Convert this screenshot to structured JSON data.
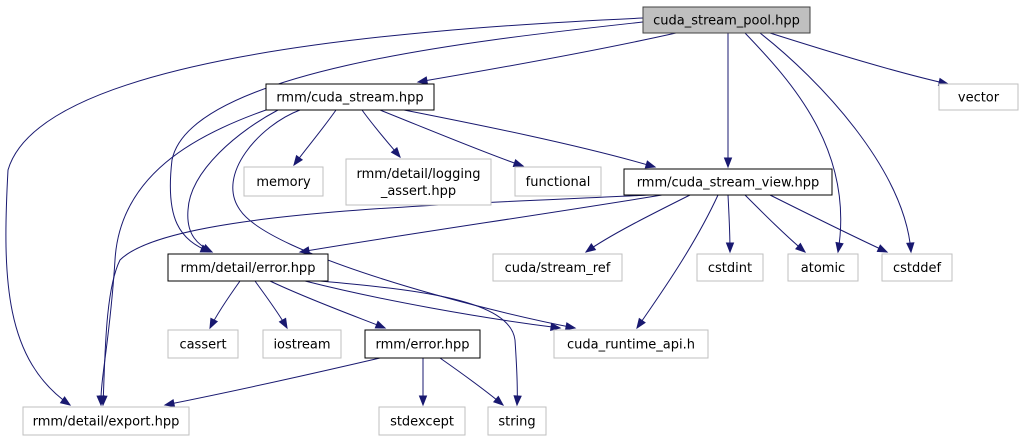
{
  "graph": {
    "nodes": {
      "cuda_stream_pool_hpp": {
        "lines": [
          "cuda_stream_pool.hpp"
        ],
        "kind": "root"
      },
      "rmm_cuda_stream_hpp": {
        "lines": [
          "rmm/cuda_stream.hpp"
        ],
        "kind": "documented"
      },
      "vector": {
        "lines": [
          "vector"
        ],
        "kind": "system"
      },
      "memory": {
        "lines": [
          "memory"
        ],
        "kind": "system"
      },
      "logging_assert_hpp": {
        "lines": [
          "rmm/detail/logging",
          "_assert.hpp"
        ],
        "kind": "system"
      },
      "functional": {
        "lines": [
          "functional"
        ],
        "kind": "system"
      },
      "rmm_cuda_stream_view_hpp": {
        "lines": [
          "rmm/cuda_stream_view.hpp"
        ],
        "kind": "documented"
      },
      "rmm_detail_error_hpp": {
        "lines": [
          "rmm/detail/error.hpp"
        ],
        "kind": "documented"
      },
      "cuda_stream_ref": {
        "lines": [
          "cuda/stream_ref"
        ],
        "kind": "system"
      },
      "cstdint": {
        "lines": [
          "cstdint"
        ],
        "kind": "system"
      },
      "atomic": {
        "lines": [
          "atomic"
        ],
        "kind": "system"
      },
      "cstddef": {
        "lines": [
          "cstddef"
        ],
        "kind": "system"
      },
      "cassert": {
        "lines": [
          "cassert"
        ],
        "kind": "system"
      },
      "iostream": {
        "lines": [
          "iostream"
        ],
        "kind": "system"
      },
      "rmm_error_hpp": {
        "lines": [
          "rmm/error.hpp"
        ],
        "kind": "documented"
      },
      "cuda_runtime_api_h": {
        "lines": [
          "cuda_runtime_api.h"
        ],
        "kind": "system"
      },
      "rmm_detail_export_hpp": {
        "lines": [
          "rmm/detail/export.hpp"
        ],
        "kind": "system"
      },
      "stdexcept": {
        "lines": [
          "stdexcept"
        ],
        "kind": "system"
      },
      "string": {
        "lines": [
          "string"
        ],
        "kind": "system"
      }
    },
    "edges": [
      [
        "cuda_stream_pool_hpp",
        "rmm_cuda_stream_hpp"
      ],
      [
        "cuda_stream_pool_hpp",
        "vector"
      ],
      [
        "cuda_stream_pool_hpp",
        "rmm_cuda_stream_view_hpp"
      ],
      [
        "cuda_stream_pool_hpp",
        "atomic"
      ],
      [
        "cuda_stream_pool_hpp",
        "cstddef"
      ],
      [
        "cuda_stream_pool_hpp",
        "rmm_detail_error_hpp"
      ],
      [
        "cuda_stream_pool_hpp",
        "rmm_detail_export_hpp"
      ],
      [
        "rmm_cuda_stream_hpp",
        "memory"
      ],
      [
        "rmm_cuda_stream_hpp",
        "logging_assert_hpp"
      ],
      [
        "rmm_cuda_stream_hpp",
        "functional"
      ],
      [
        "rmm_cuda_stream_hpp",
        "rmm_cuda_stream_view_hpp"
      ],
      [
        "rmm_cuda_stream_hpp",
        "rmm_detail_error_hpp"
      ],
      [
        "rmm_cuda_stream_hpp",
        "cuda_runtime_api_h"
      ],
      [
        "rmm_cuda_stream_hpp",
        "rmm_detail_export_hpp"
      ],
      [
        "rmm_cuda_stream_view_hpp",
        "rmm_detail_error_hpp"
      ],
      [
        "rmm_cuda_stream_view_hpp",
        "cuda_stream_ref"
      ],
      [
        "rmm_cuda_stream_view_hpp",
        "cstdint"
      ],
      [
        "rmm_cuda_stream_view_hpp",
        "atomic"
      ],
      [
        "rmm_cuda_stream_view_hpp",
        "cstddef"
      ],
      [
        "rmm_cuda_stream_view_hpp",
        "cuda_runtime_api_h"
      ],
      [
        "rmm_cuda_stream_view_hpp",
        "rmm_detail_export_hpp"
      ],
      [
        "rmm_detail_error_hpp",
        "cassert"
      ],
      [
        "rmm_detail_error_hpp",
        "iostream"
      ],
      [
        "rmm_detail_error_hpp",
        "rmm_error_hpp"
      ],
      [
        "rmm_detail_error_hpp",
        "cuda_runtime_api_h"
      ],
      [
        "rmm_detail_error_hpp",
        "string"
      ],
      [
        "rmm_error_hpp",
        "rmm_detail_export_hpp"
      ],
      [
        "rmm_error_hpp",
        "stdexcept"
      ],
      [
        "rmm_error_hpp",
        "string"
      ]
    ]
  }
}
